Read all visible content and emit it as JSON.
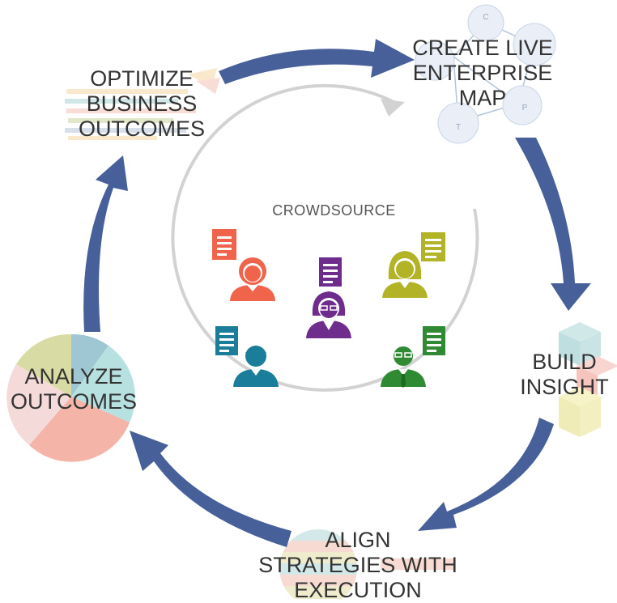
{
  "labels": {
    "optimize": "OPTIMIZE\nBUSINESS\nOUTCOMES",
    "create": "CREATE LIVE\nENTERPRISE\nMAP",
    "build": "BUILD\nINSIGHT",
    "align": "ALIGN\nSTRATEGIES WITH\nEXECUTION",
    "analyze": "ANALYZE\nOUTCOMES",
    "crowdsource": "CROWDSOURCE"
  },
  "map_nodes": [
    "C",
    "P",
    "T"
  ],
  "colors": {
    "arrow": "#47609a",
    "inner_arrow": "#c8c8c8",
    "red": "#f0644c",
    "purple": "#6e2c8c",
    "olive": "#b3b327",
    "teal": "#1a7d9a",
    "green": "#2f8a33"
  },
  "people": [
    {
      "name": "red-person",
      "color": "#f0644c"
    },
    {
      "name": "purple-person",
      "color": "#6e2c8c"
    },
    {
      "name": "olive-person",
      "color": "#b3b327"
    },
    {
      "name": "teal-person",
      "color": "#1a7d9a"
    },
    {
      "name": "green-person",
      "color": "#2f8a33"
    }
  ]
}
